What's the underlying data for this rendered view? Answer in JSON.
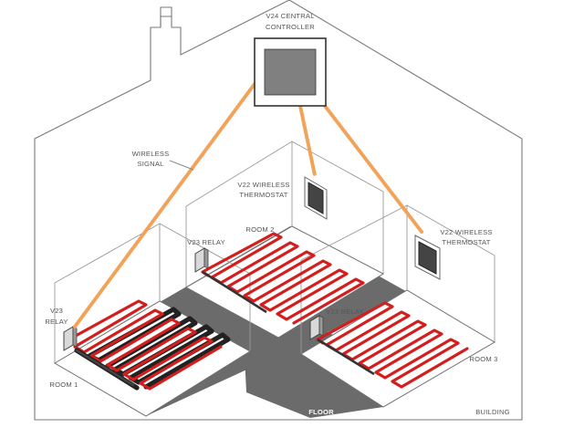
{
  "labels": {
    "controller": [
      "V24 CENTRAL",
      "CONTROLLER"
    ],
    "wireless_signal": [
      "WIRELESS",
      "SIGNAL"
    ],
    "thermostat_room2": [
      "V22 WIRELESS",
      "THERMOSTAT"
    ],
    "thermostat_room3": [
      "V22 WIRELESS",
      "THERMOSTAT"
    ],
    "relay_room1": [
      "V23",
      "RELAY"
    ],
    "relay_room2": "V23 RELAY",
    "relay_room3": "V23 RELAY",
    "room1": "ROOM 1",
    "room2": "ROOM 2",
    "room3": "ROOM 3",
    "floor": "FLOOR",
    "building": "BUILDING"
  },
  "colors": {
    "heating_wire": "#d41e1e",
    "wireless_signal": "#f2a35a",
    "floor": "#6b6b6b",
    "controller_screen": "#808080"
  }
}
